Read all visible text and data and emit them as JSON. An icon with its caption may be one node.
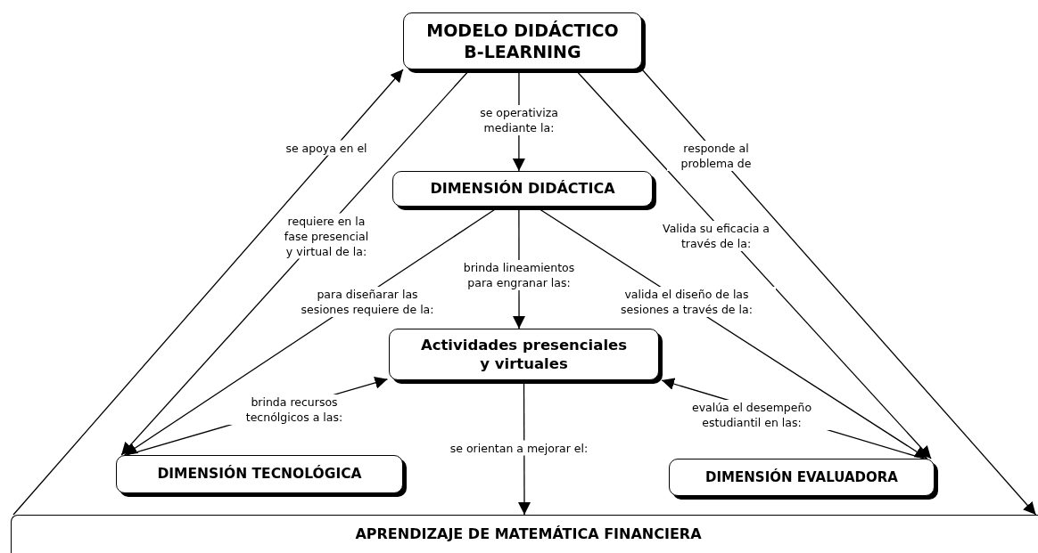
{
  "diagram": {
    "nodes": [
      {
        "text": [
          "MODELO DIDÁCTICO B-LEARNING"
        ]
      },
      {
        "text": [
          "DIMENSIÓN DIDÁCTICA"
        ]
      },
      {
        "text": [
          "Actividades presenciales y virtuales"
        ]
      },
      {
        "text": [
          "DIMENSIÓN TECNOLÓGICA"
        ]
      },
      {
        "text": [
          "DIMENSIÓN EVALUADORA"
        ]
      },
      {
        "text": [
          "APRENDIZAJE DE MATEMÁTICA FINANCIERA"
        ]
      }
    ],
    "edges": [
      {
        "from": 5,
        "to": 0,
        "arrow": "to",
        "label": "se apoya en el"
      },
      {
        "from": 0,
        "to": 3,
        "arrow": "to",
        "label": "requiere en la fase presencial y virtual de la:"
      },
      {
        "from": 0,
        "to": 1,
        "arrow": "to",
        "label": "se operativiza mediante la:"
      },
      {
        "from": 0,
        "to": 4,
        "arrow": "to",
        "label": "Valida su eficacia a través de la:"
      },
      {
        "from": 0,
        "to": 5,
        "arrow": "to",
        "label": "responde al problema de"
      },
      {
        "from": 1,
        "to": 3,
        "arrow": "to",
        "label": "para diseñarar las sesiones requiere de la:"
      },
      {
        "from": 1,
        "to": 2,
        "arrow": "to",
        "label": "brinda lineamientos para engranar las:"
      },
      {
        "from": 1,
        "to": 4,
        "arrow": "to",
        "label": "valida el diseño de las sesiones a través de la:"
      },
      {
        "from": 3,
        "to": 2,
        "arrow": "to",
        "label": "brinda recursos tecnólgicos a las:"
      },
      {
        "from": 4,
        "to": 2,
        "arrow": "to",
        "label": "evalúa el desempeño estudiantil en las:"
      },
      {
        "from": 2,
        "to": 5,
        "arrow": "to",
        "label": "se orientan a mejorar el:"
      }
    ]
  }
}
